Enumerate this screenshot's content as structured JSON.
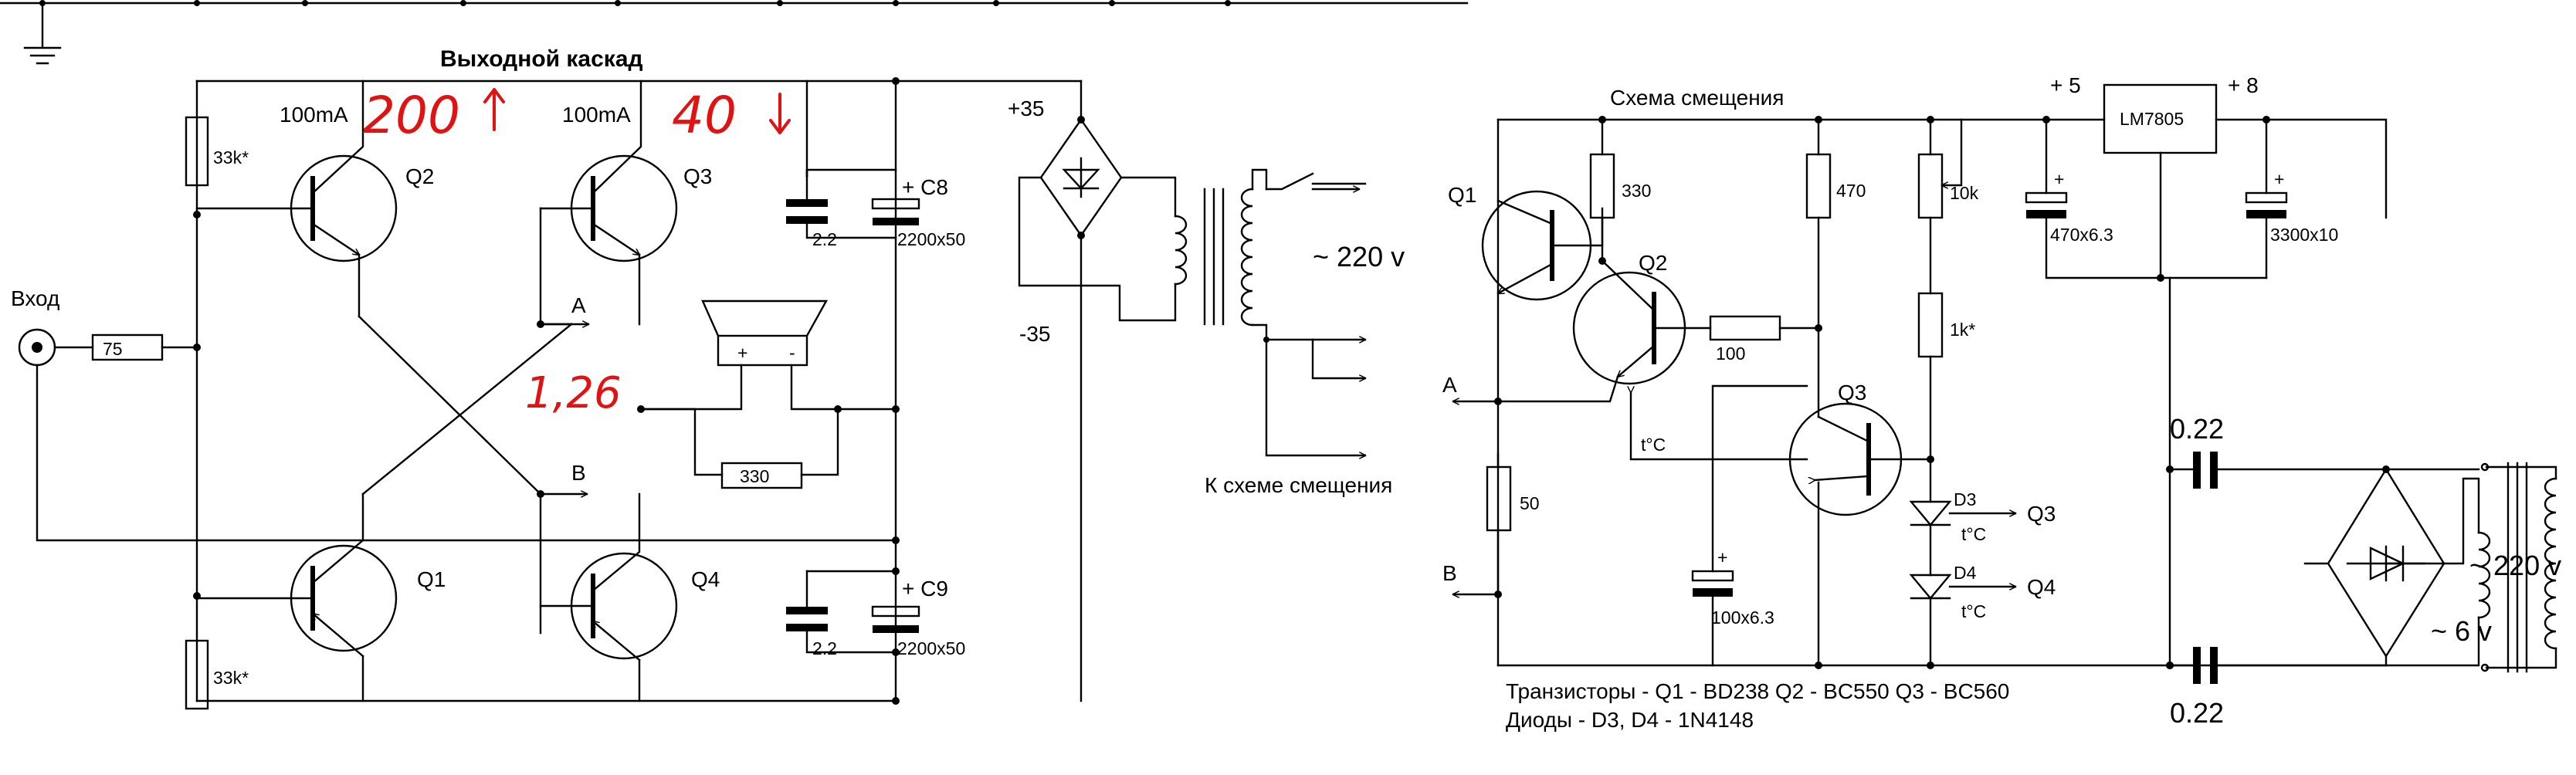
{
  "output_stage": {
    "title": "Выходной каскад",
    "input_label": "Вход",
    "r_input": "75",
    "r_upper": "33k*",
    "r_lower": "33k*",
    "q2": {
      "label": "Q2",
      "current": "100mA"
    },
    "q3": {
      "label": "Q3",
      "current": "100mA"
    },
    "q1": {
      "label": "Q1"
    },
    "q4": {
      "label": "Q4"
    },
    "node_a": "A",
    "node_b": "B",
    "c8": {
      "label": "+ C8",
      "value": "2200x50",
      "bypass": "2.2"
    },
    "c9": {
      "label": "+ C9",
      "value": "2200x50",
      "bypass": "2.2"
    },
    "r_load": "330",
    "speaker_plus": "+",
    "speaker_minus": "-"
  },
  "annotations": {
    "q2_current_handwritten": "200",
    "q3_current_handwritten": "40",
    "voltage_handwritten": "1,26"
  },
  "power_supply": {
    "plus_rail": "+35",
    "minus_rail": "-35",
    "mains": "~ 220 v",
    "bias_link": "К схеме смещения"
  },
  "bias_circuit": {
    "title": "Схема смещения",
    "q1": "Q1",
    "q2": "Q2",
    "q3": "Q3",
    "r330": "330",
    "r470": "470",
    "r10k": "10k",
    "r1k": "1k*",
    "r100": "100",
    "r50": "50",
    "c_bias": "100x6.3",
    "c_plus": "+",
    "node_a": "A",
    "node_b": "B",
    "temp_q2": "t°C",
    "d3": "D3",
    "d4": "D4",
    "d3_temp": "t°C",
    "d4_temp": "t°C",
    "d3_target": "Q3",
    "d4_target": "Q4",
    "plus5": "+ 5",
    "plus8": "+ 8",
    "regulator": "LM7805",
    "c470": "470x6.3",
    "c3300": "3300x10",
    "cap_plus": "+",
    "c022_top": "0.22",
    "c022_bottom": "0.22",
    "secondary": "~ 6 v",
    "mains": "~ 220 v",
    "note_transistors": "Транзисторы - Q1 - BD238 Q2 - BC550 Q3 - BC560",
    "note_diodes": "Диоды - D3, D4 - 1N4148"
  }
}
